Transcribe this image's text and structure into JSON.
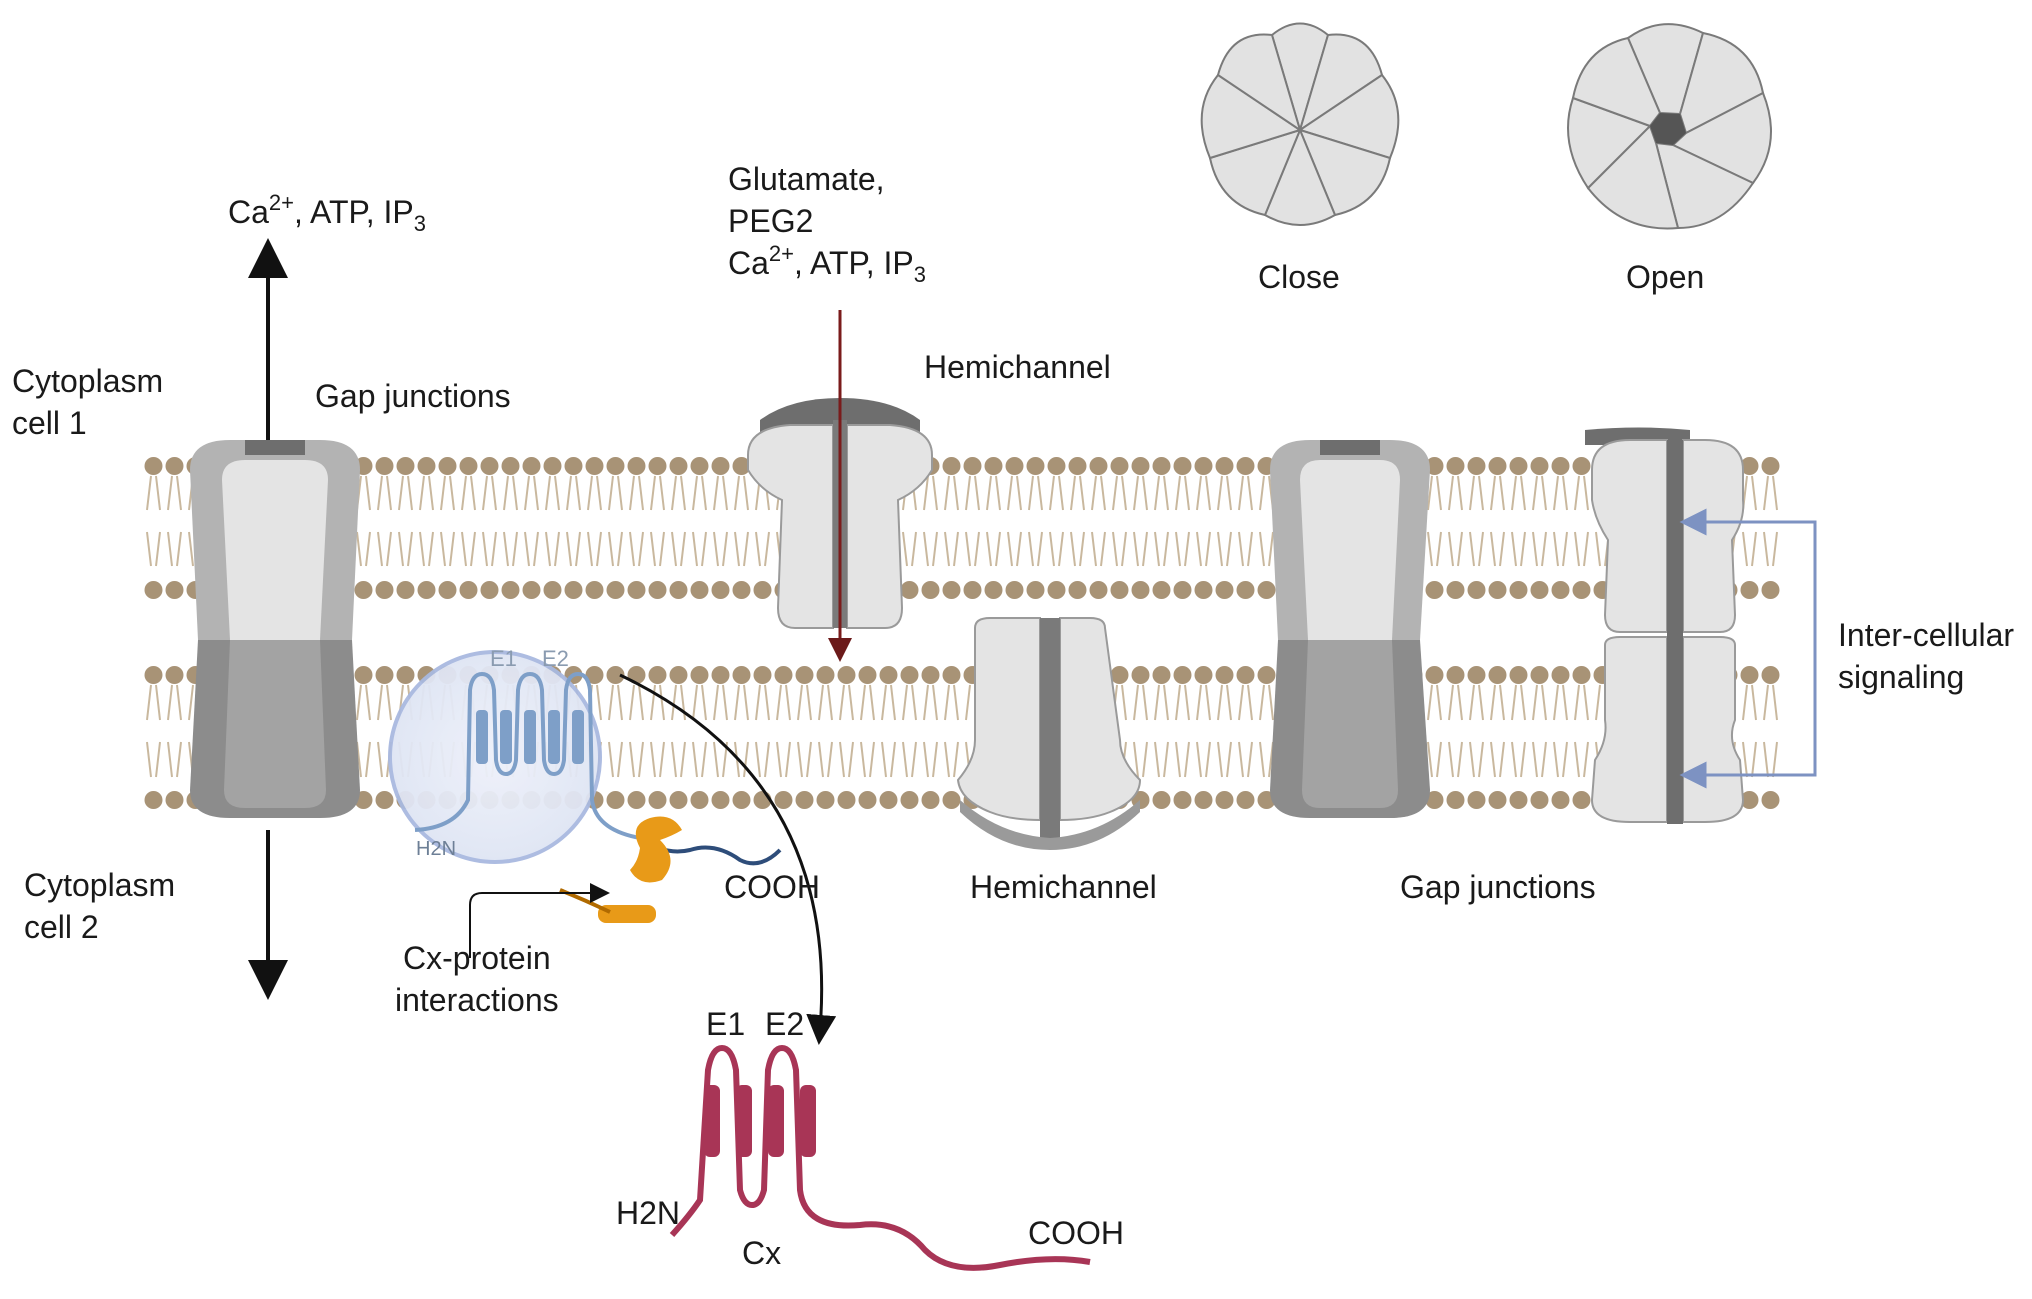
{
  "labels": {
    "cytoplasm_cell1": [
      "Cytoplasm",
      "cell 1"
    ],
    "cytoplasm_cell2": [
      "Cytoplasm",
      "cell 2"
    ],
    "molecules_left": {
      "ca": "Ca",
      "ca_sup": "2+",
      "rest": ", ATP, IP",
      "ip_sub": "3"
    },
    "molecules_center": {
      "line1": "Glutamate,",
      "line2": "PEG2",
      "ca": "Ca",
      "ca_sup": "2+",
      "rest": ", ATP, IP",
      "ip_sub": "3"
    },
    "gap_junctions_top": "Gap junctions",
    "gap_junctions_bottom": "Gap junctions",
    "hemichannel_top": "Hemichannel",
    "hemichannel_bottom": "Hemichannel",
    "close": "Close",
    "open": "Open",
    "intercellular": [
      "Inter-cellular",
      "signaling"
    ],
    "cx_protein": [
      "Cx-protein",
      "interactions"
    ],
    "inset_e1": "E1",
    "inset_e2": "E2",
    "inset_h2n": "H2N",
    "cooh_mid": "COOH",
    "big_e1": "E1",
    "big_e2": "E2",
    "big_h2n": "H2N",
    "big_cx": "Cx",
    "big_cooh": "COOH"
  },
  "colors": {
    "lipid_head": "#a89376",
    "lipid_tail": "#c9b89e",
    "channel_light": "#e4e4e4",
    "channel_mid": "#b3b3b3",
    "channel_dark": "#6e6e6e",
    "connexin": "#a83556",
    "inset_circle": "#e3e8f6",
    "inset_protein": "#7e9fc8",
    "partner_protein": "#e89a18",
    "signal_arrow": "#7d92c2",
    "flow_arrow": "#7a1b1b"
  }
}
